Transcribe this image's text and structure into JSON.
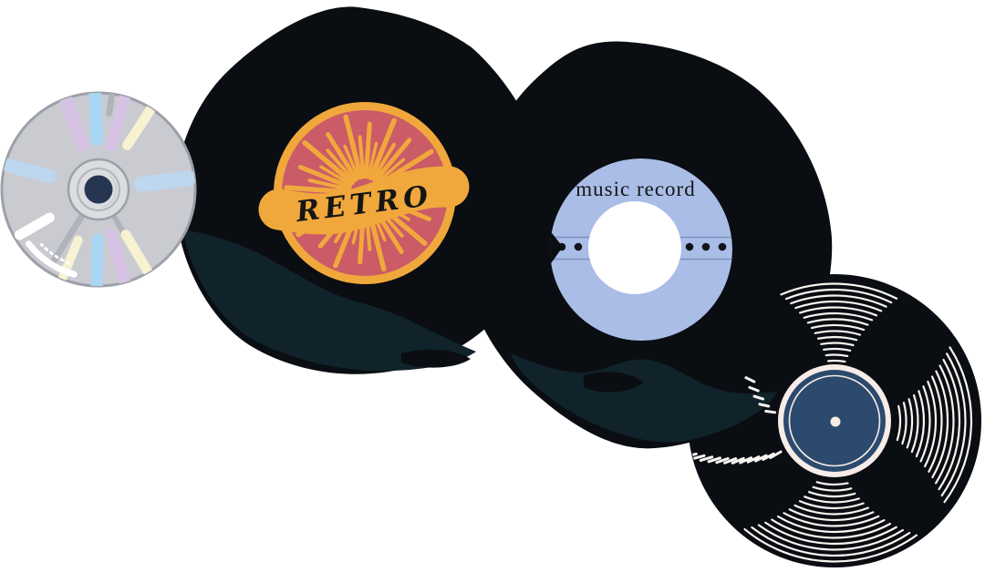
{
  "scene": {
    "description_labels": {
      "retro_record_label": "RETRO",
      "music_record_label": "music record"
    }
  },
  "records": {
    "retro": {
      "label_text": "RETRO"
    },
    "music": {
      "label_text": "music record"
    }
  },
  "palette": {
    "background": "#ffffff",
    "vinyl_black": "#0a0d11",
    "sheen_teal": "#10232b",
    "retro_yellow": "#f0a83c",
    "retro_red": "#ca5b67",
    "ink": "#151515",
    "label_blue": "#a9bde6",
    "label_line_blue": "#7d90c0",
    "dot_black": "#121419",
    "label_white": "#ffffff",
    "label_navy": "#2b4a6e",
    "cream": "#f7ece7",
    "groove_white": "#f8f4f0",
    "cd_body": "#c9cbd1",
    "cd_rim": "#9da0a8",
    "cd_hub": "#dcdde1",
    "cd_ring": "#b2b5bc",
    "cd_hole": "#273650",
    "cd_streak_lavender": "#d6c2e2",
    "cd_streak_blue": "#a9d6f5",
    "cd_streak_cream": "#f6f2d2",
    "cd_streak_steel": "#bdd7ef",
    "cd_streak_gray": "#b0b3ba",
    "cd_streak_white": "#ffffff"
  }
}
